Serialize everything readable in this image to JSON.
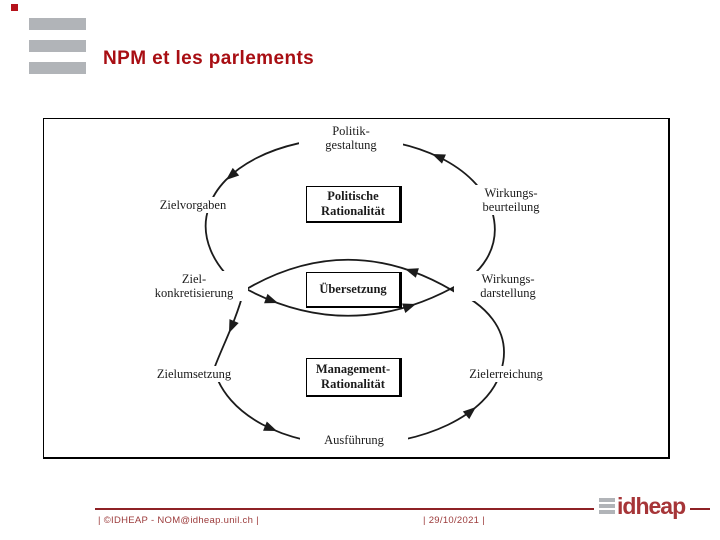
{
  "slide": {
    "title": "NPM et les parlements"
  },
  "colors": {
    "title_red": "#A80E13",
    "accent_square": "#B5121B",
    "bar_gray": "#B1B4B8",
    "footer_text_red": "#9C3B3B",
    "footer_line_red": "#8E2125",
    "logo_red": "#A63538",
    "diagram_ink": "#1b1b1b"
  },
  "diagram": {
    "top_label": {
      "line1": "Politik-",
      "line2": "gestaltung"
    },
    "zielvorgaben": {
      "line1": "Zielvorgaben"
    },
    "wirkungsbeurteilung": {
      "line1": "Wirkungs-",
      "line2": "beurteilung"
    },
    "zielkonkretisierung": {
      "line1": "Ziel-",
      "line2": "konkretisierung"
    },
    "wirkungsdarstellung": {
      "line1": "Wirkungs-",
      "line2": "darstellung"
    },
    "zielumsetzung": {
      "line1": "Zielumsetzung"
    },
    "zielerreichung": {
      "line1": "Zielerreichung"
    },
    "ausfuehrung": {
      "line1": "Ausführung"
    },
    "box_politische": {
      "line1": "Politische",
      "line2": "Rationalität"
    },
    "box_uebersetzung": {
      "line1": "Übersetzung"
    },
    "box_management": {
      "line1": "Management-",
      "line2": "Rationalität"
    }
  },
  "footer": {
    "left": "| ©IDHEAP - NOM@idheap.unil.ch |",
    "date": "| 29/10/2021 |",
    "logo_text": "idheap"
  }
}
